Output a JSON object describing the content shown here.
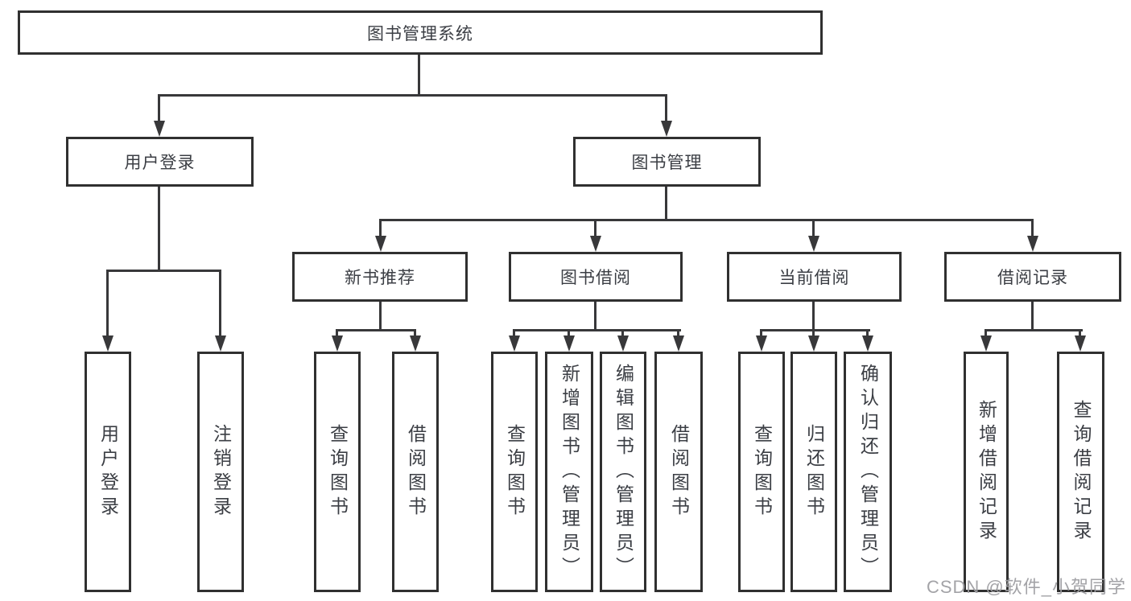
{
  "diagram": {
    "watermark": "CSDN @软件_小贺同学",
    "colors": {
      "line": "#38383a",
      "box_border": "#303030",
      "box_fill": "#ffffff",
      "text": "#3b3e44",
      "watermark": "#9e9ea2",
      "background": "#ffffff"
    },
    "tree": {
      "label": "图书管理系统",
      "children": [
        {
          "label": "用户登录",
          "children": [
            {
              "label": "用户登录"
            },
            {
              "label": "注销登录"
            }
          ]
        },
        {
          "label": "图书管理",
          "children": [
            {
              "label": "新书推荐",
              "children": [
                {
                  "label": "查询图书"
                },
                {
                  "label": "借阅图书"
                }
              ]
            },
            {
              "label": "图书借阅",
              "children": [
                {
                  "label": "查询图书"
                },
                {
                  "label": "新增图书（管理员）"
                },
                {
                  "label": "编辑图书（管理员）"
                },
                {
                  "label": "借阅图书"
                }
              ]
            },
            {
              "label": "当前借阅",
              "children": [
                {
                  "label": "查询图书"
                },
                {
                  "label": "归还图书"
                },
                {
                  "label": "确认归还（管理员）"
                }
              ]
            },
            {
              "label": "借阅记录",
              "children": [
                {
                  "label": "新增借阅记录"
                },
                {
                  "label": "查询借阅记录"
                }
              ]
            }
          ]
        }
      ]
    }
  }
}
